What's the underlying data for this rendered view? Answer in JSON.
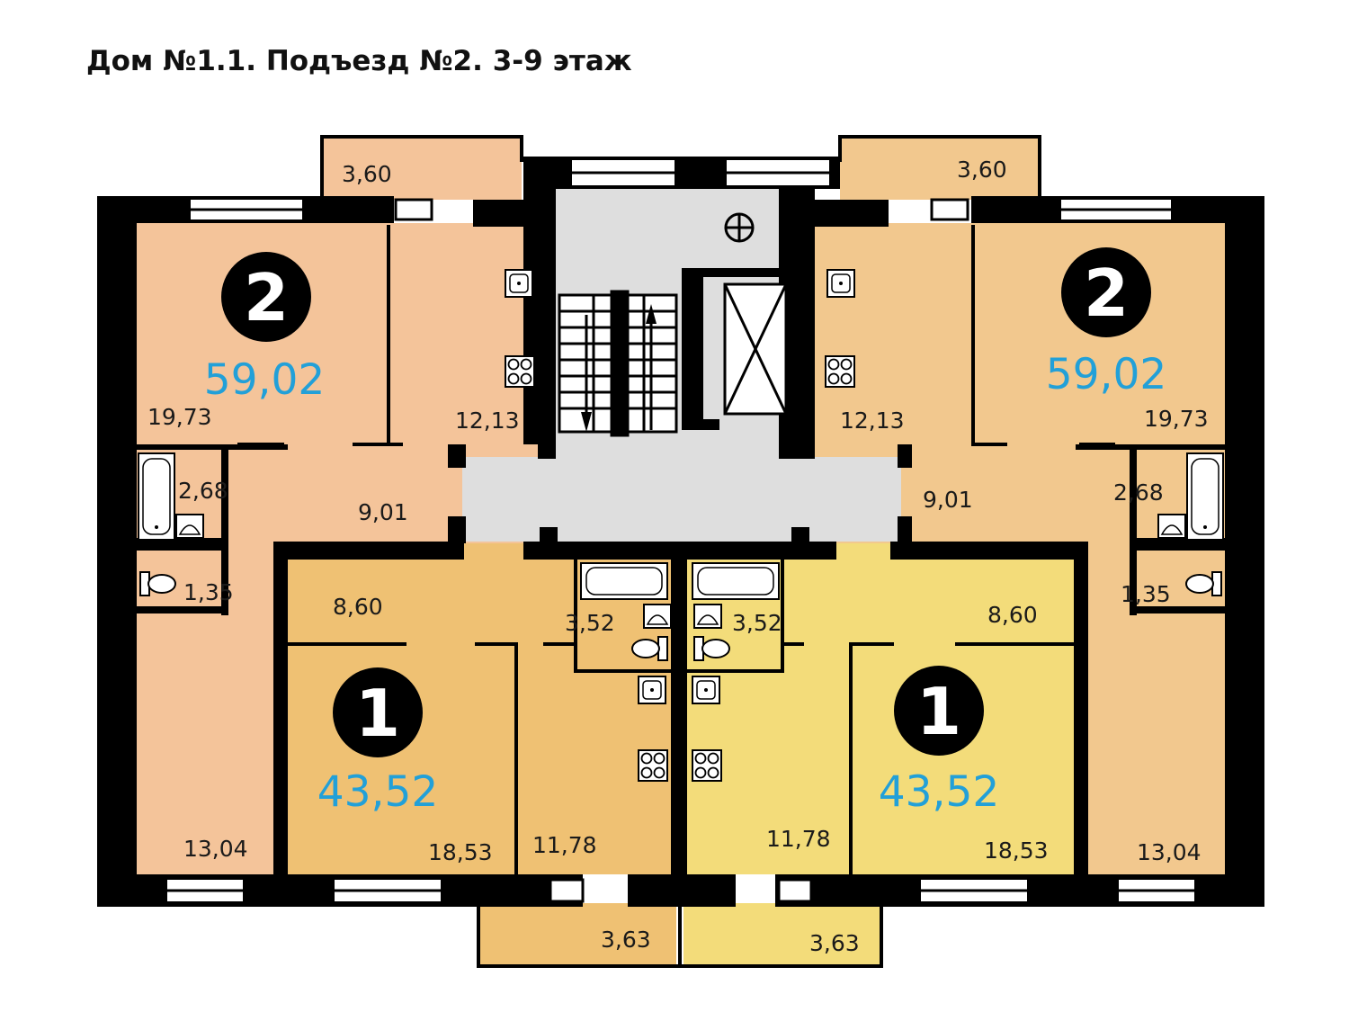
{
  "title": "Дом №1.1. Подъезд №2. 3-9 этаж",
  "colors": {
    "apt2_left": "#f4c49a",
    "apt2_right": "#f2c88e",
    "apt1_left": "#efc173",
    "apt1_right": "#f3dc7a",
    "stair_core": "#dedede",
    "wall": "#000000",
    "area_text": "#22a0d8"
  },
  "apartments": [
    {
      "rooms": "2",
      "total_area": "59,02",
      "rooms_areas": [
        "3,60",
        "19,73",
        "12,13",
        "2,68",
        "9,01",
        "1,35",
        "13,04"
      ]
    },
    {
      "rooms": "2",
      "total_area": "59,02",
      "rooms_areas": [
        "3,60",
        "12,13",
        "19,73",
        "9,01",
        "2,68",
        "1,35",
        "13,04"
      ]
    },
    {
      "rooms": "1",
      "total_area": "43,52",
      "rooms_areas": [
        "8,60",
        "3,52",
        "18,53",
        "11,78",
        "3,63"
      ]
    },
    {
      "rooms": "1",
      "total_area": "43,52",
      "rooms_areas": [
        "3,52",
        "8,60",
        "11,78",
        "18,53",
        "3,63"
      ]
    }
  ],
  "icons": [
    "sink-icon",
    "stove-icon",
    "bathtub-icon",
    "toilet-icon",
    "washbasin-icon",
    "stairs-icon",
    "elevator-icon",
    "riser-icon",
    "arrow-up-icon",
    "arrow-down-icon"
  ]
}
